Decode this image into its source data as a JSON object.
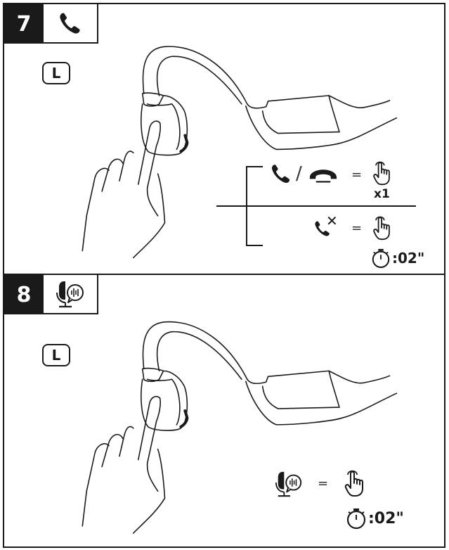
{
  "steps": [
    {
      "number": "7",
      "header_icon": "phone-icon",
      "side": "L",
      "actions": [
        {
          "icons": [
            "answer-call-icon",
            "hang-up-icon"
          ],
          "separator": "/",
          "equals": "=",
          "gesture": "tap-gesture-icon",
          "count": "x1"
        },
        {
          "icons": [
            "reject-call-icon"
          ],
          "equals": "=",
          "gesture": "tap-gesture-icon",
          "duration": ":02\""
        }
      ]
    },
    {
      "number": "8",
      "header_icon": "voice-assistant-icon",
      "side": "L",
      "actions": [
        {
          "icons": [
            "voice-assistant-icon"
          ],
          "equals": "=",
          "gesture": "tap-gesture-icon",
          "duration": ":02\""
        }
      ]
    }
  ]
}
